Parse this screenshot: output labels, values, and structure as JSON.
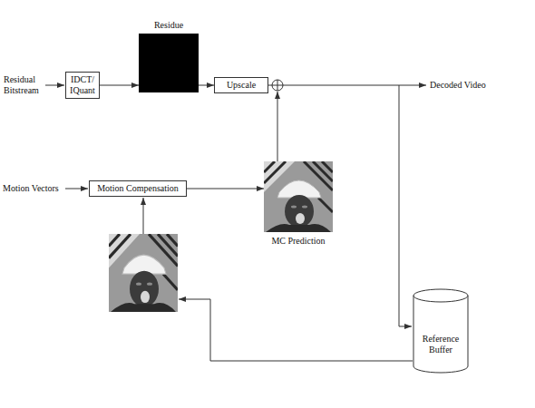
{
  "diagram": {
    "nodes": [
      {
        "text": [
          "IDCT/ IQuant"
        ]
      },
      {
        "text": [
          "Residue"
        ]
      },
      {
        "text": [
          "Upscale"
        ]
      },
      {
        "text": [
          "Motion Compensation"
        ]
      },
      {
        "text": [
          "MC Prediction"
        ]
      },
      {
        "text": [
          "Reference Buffer"
        ]
      }
    ],
    "edges": [
      {
        "from": 0,
        "to": 1,
        "arrow": "to"
      },
      {
        "from": 1,
        "to": 2,
        "arrow": "to"
      },
      {
        "from": 3,
        "to": 4,
        "arrow": "to"
      }
    ],
    "labels": [
      "Residual Bitstream",
      "Motion Vectors",
      "Decoded Video"
    ]
  }
}
